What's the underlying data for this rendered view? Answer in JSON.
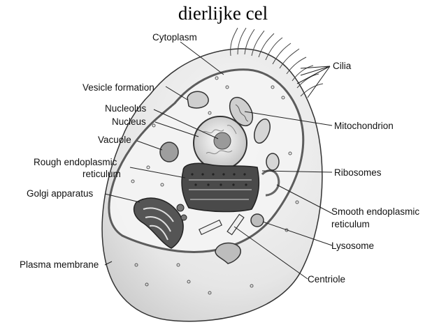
{
  "title": "dierlijke cel",
  "labels": {
    "cytoplasm": "Cytoplasm",
    "cilia": "Cilia",
    "vesicle_formation": "Vesicle formation",
    "nucleolus": "Nucleolus",
    "nucleus": "Nucleus",
    "mitochondrion": "Mitochondrion",
    "vacuole": "Vacuole",
    "rough_er_line1": "Rough endoplasmic",
    "rough_er_line2": "reticulum",
    "ribosomes": "Ribosomes",
    "golgi_apparatus": "Golgi apparatus",
    "smooth_er_line1": "Smooth endoplasmic",
    "smooth_er_line2": "reticulum",
    "lysosome": "Lysosome",
    "plasma_membrane": "Plasma membrane",
    "centriole": "Centriole"
  }
}
